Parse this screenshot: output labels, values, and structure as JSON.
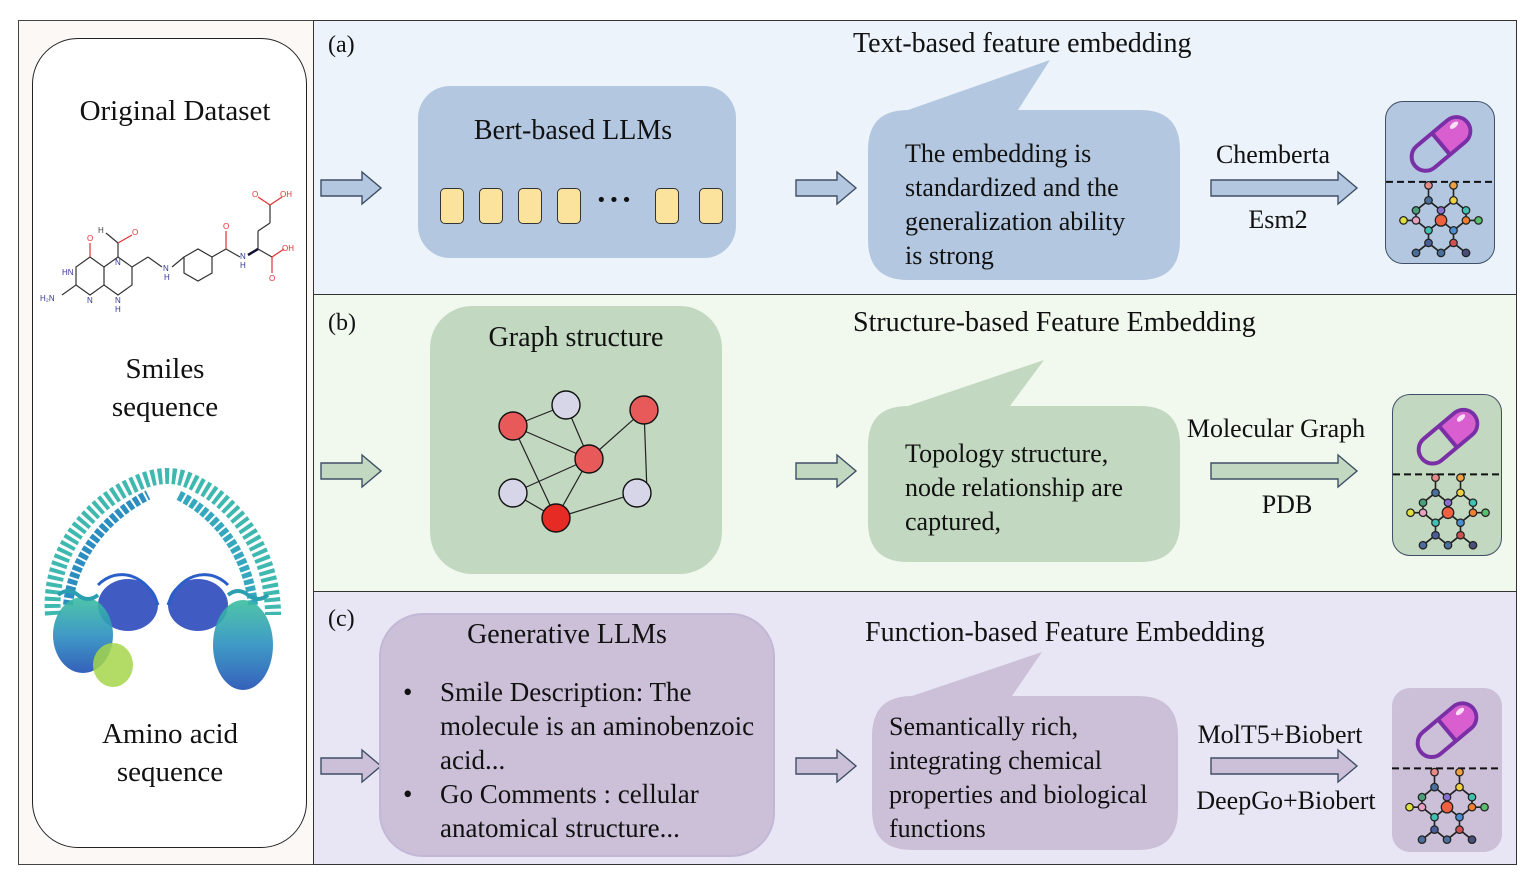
{
  "left_panel": {
    "title": "Original Dataset",
    "smiles_label_line1": "Smiles",
    "smiles_label_line2": "sequence",
    "amino_label_line1": "Amino acid",
    "amino_label_line2": "sequence",
    "molecule_atoms": {
      "oh1": "OH",
      "oh2": "OH",
      "o1": "O",
      "o2": "O",
      "o3": "O",
      "o4": "O",
      "o5": "O",
      "h_formyl": "H",
      "n1": "N",
      "nh_link": "N",
      "h_link": "H",
      "nh_amide": "N",
      "h_amide": "H",
      "hn": "HN",
      "h2n": "H₂N",
      "n_ring": "N",
      "nh_ring": "N",
      "h_ring": "H"
    }
  },
  "rows": [
    {
      "label": "(a)",
      "title": "Text-based feature embedding",
      "model_box_title": "Bert-based LLMs",
      "ellipsis": "•••",
      "bubble_lines": [
        "The embedding is",
        "standardized and the",
        "generalization ability",
        "is strong"
      ],
      "arrow_top_label": "Chemberta",
      "arrow_bottom_label": "Esm2",
      "color_row_bg": "#ecf3fa",
      "color_box": "#b3c8e0"
    },
    {
      "label": "(b)",
      "title": "Structure-based Feature Embedding",
      "model_box_title": "Graph structure",
      "bubble_lines": [
        "Topology structure,",
        "node relationship are",
        "captured,"
      ],
      "arrow_top_label": "Molecular Graph",
      "arrow_bottom_label": "PDB",
      "color_row_bg": "#f1f9ee",
      "color_box": "#c2d8c0"
    },
    {
      "label": "(c)",
      "title": "Function-based Feature Embedding",
      "model_box_title": "Generative LLMs",
      "bullets": [
        [
          "Smile Description: The",
          "molecule is an aminobenzoic",
          "acid..."
        ],
        [
          "Go Comments : cellular",
          "anatomical structure..."
        ]
      ],
      "bullet_glyph": "•",
      "bubble_lines": [
        "Semantically rich,",
        "integrating chemical",
        "properties and biological",
        "functions"
      ],
      "arrow_top_label": "MolT5+Biobert",
      "arrow_bottom_label": "DeepGo+Biobert",
      "color_row_bg": "#e8e6f4",
      "color_box": "#ccc0d8"
    }
  ],
  "colors": {
    "token_fill": "#fbe39e",
    "node_red": "#e85a5a",
    "node_red_dark": "#e62a24",
    "node_lavender": "#d6d6e8",
    "pill_purple": "#7b2fa6",
    "pill_pink": "#d95fd0"
  }
}
